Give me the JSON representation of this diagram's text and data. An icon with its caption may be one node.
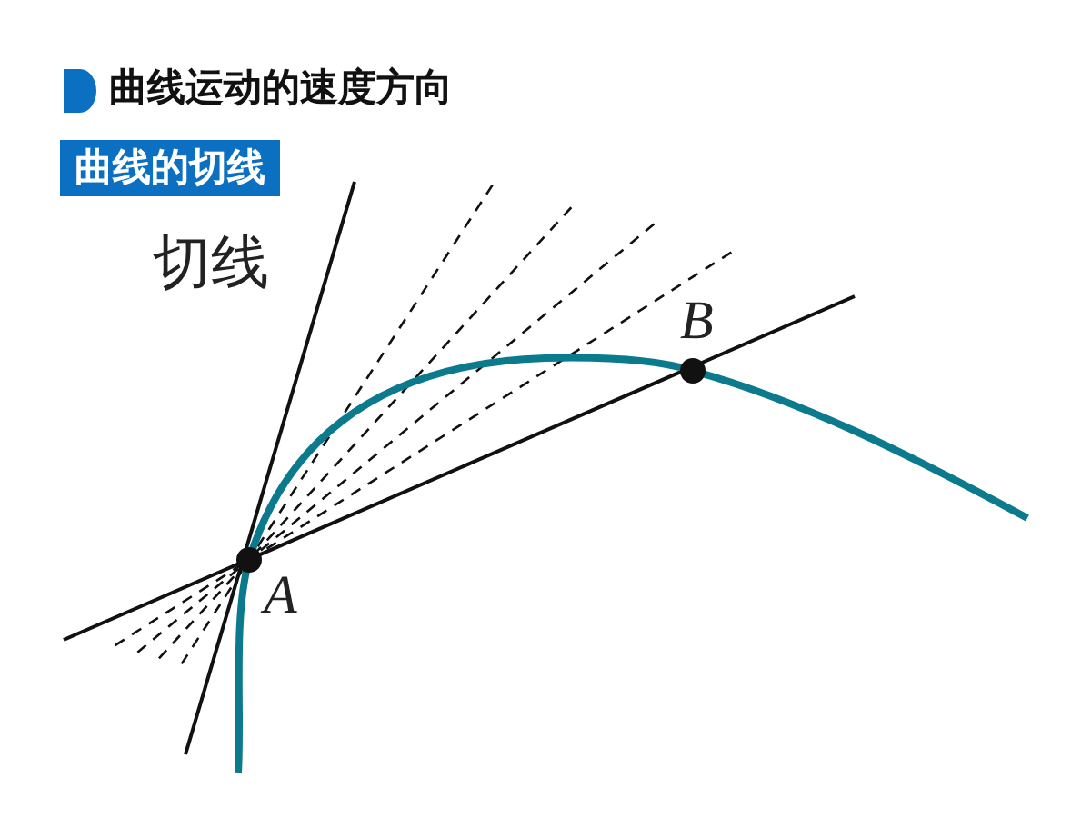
{
  "diagram": {
    "title": "曲线运动的速度方向",
    "nodes": [
      {
        "text": [
          "曲线的切线"
        ]
      }
    ],
    "labels": [
      "切线",
      "B",
      "A"
    ]
  }
}
